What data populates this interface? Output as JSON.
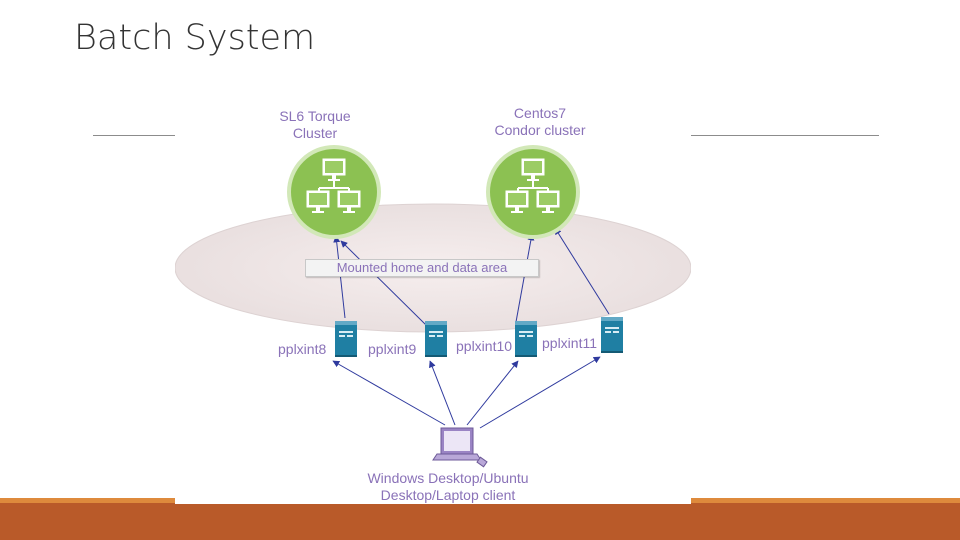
{
  "slide": {
    "title": "Batch System"
  },
  "diagram": {
    "clusters": [
      {
        "line1": "SL6 Torque",
        "line2": "Cluster"
      },
      {
        "line1": "Centos7",
        "line2": "Condor cluster"
      }
    ],
    "shared_area_label": "Mounted home and data area",
    "servers": [
      "pplxint8",
      "pplxint9",
      "pplxint10",
      "pplxint11"
    ],
    "client": {
      "line1": "Windows Desktop/Ubuntu",
      "line2": "Desktop/Laptop client"
    }
  },
  "colors": {
    "accent_band": "#b95a29",
    "accent_line": "#de8a3c",
    "cluster_green": "#8cc152",
    "server_blue": "#1f7fa3",
    "arrow_blue": "#2f3a9e",
    "label_purple": "#8a72b8"
  },
  "icons": {
    "cluster": "network-cluster-icon",
    "server": "server-tower-icon",
    "client": "laptop-icon"
  }
}
